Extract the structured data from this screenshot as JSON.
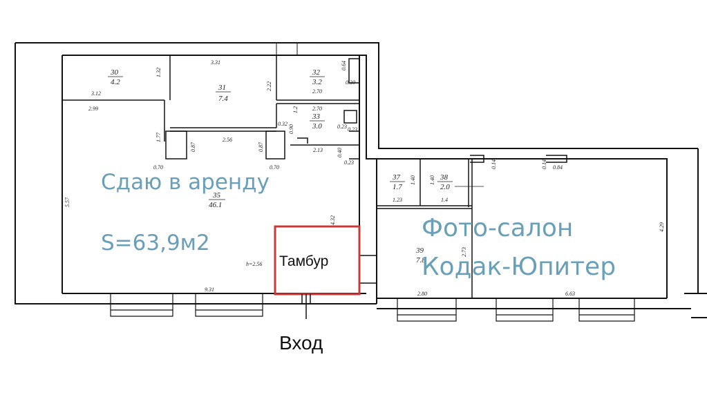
{
  "plan": {
    "rent_title": "Сдаю в аренду",
    "rent_area": "S=63,9м2",
    "tambur": "Тамбур",
    "entrance": "Вход",
    "salon_line1": "Фото-салон",
    "salon_line2": "Кодак-Юпитер",
    "height": "h=2.56",
    "rooms": [
      {
        "num": "30",
        "area": "4.2"
      },
      {
        "num": "31",
        "area": "7.4"
      },
      {
        "num": "32",
        "area": "3.2"
      },
      {
        "num": "33",
        "area": "3.0"
      },
      {
        "num": "35",
        "area": "46.1"
      },
      {
        "num": "37",
        "area": "1.7"
      },
      {
        "num": "38",
        "area": "2.0"
      },
      {
        "num": "39",
        "area": "7.8"
      }
    ],
    "dims": {
      "d_331": "3.31",
      "d_132": "1.32",
      "d_312": "3.12",
      "d_299": "2.99",
      "d_222": "2.22",
      "d_270a": "2.70",
      "d_270b": "2.70",
      "d_064": "0.64",
      "d_030": "0.30",
      "d_12": "1.2",
      "d_032": "0.32",
      "d_090": "0.90",
      "d_023a": "0.23",
      "d_023b": "0.23",
      "d_023c": "0.23",
      "d_040": "0.40",
      "d_177": "1.77",
      "d_087a": "0.87",
      "d_256": "2.56",
      "d_087b": "0.87",
      "d_213": "2.13",
      "d_070a": "0.70",
      "d_070b": "0.70",
      "d_557": "5.57",
      "d_432": "4.32",
      "d_931": "9.31",
      "d_140a": "1.40",
      "d_140b": "1.40",
      "d_123": "1.23",
      "d_14": "1.4",
      "d_014a": "0.14",
      "d_014b": "0.14",
      "d_084": "0.84",
      "d_273": "2.73",
      "d_280": "2.80",
      "d_663": "6.63",
      "d_429": "4.29"
    }
  }
}
